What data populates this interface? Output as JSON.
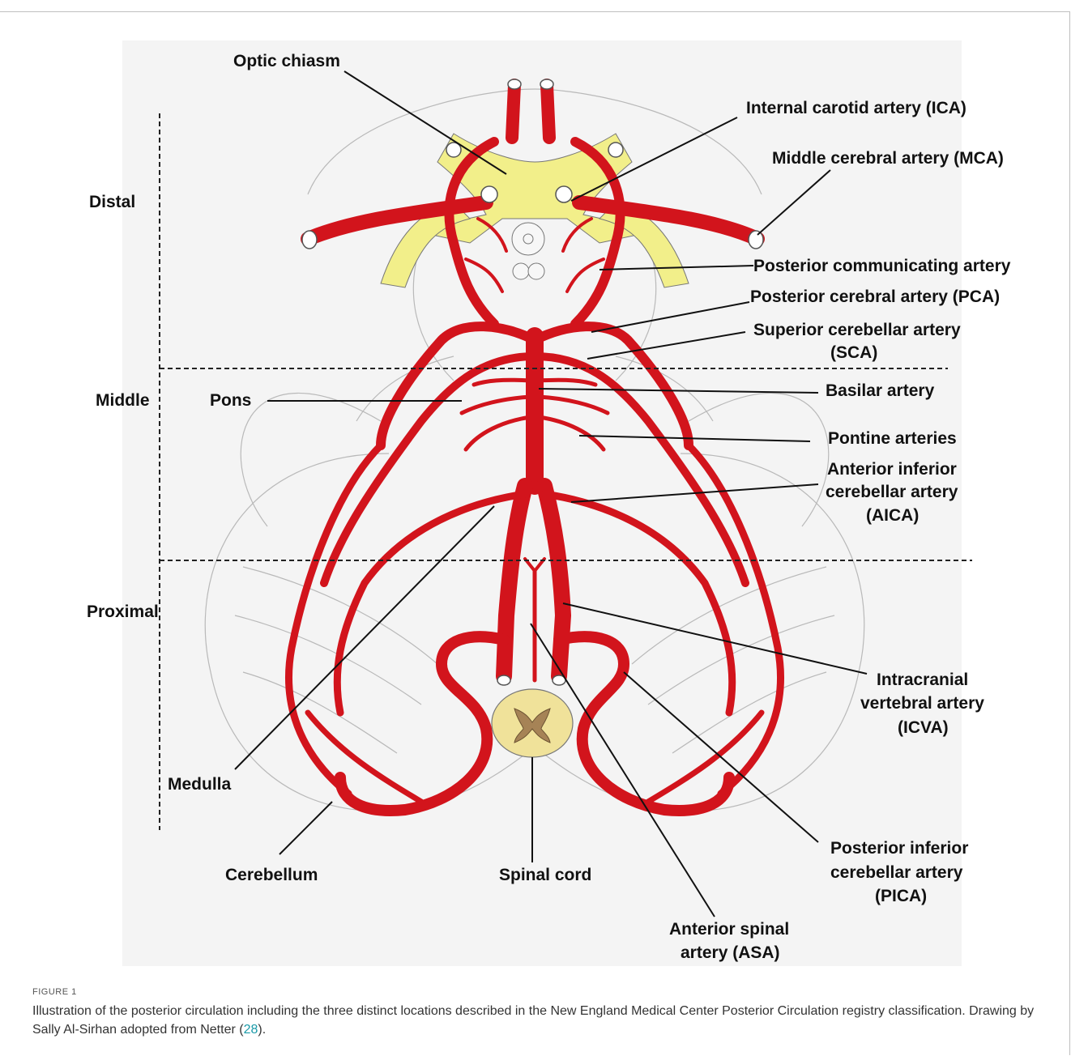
{
  "figure": {
    "labels": {
      "optic_chiasm": "Optic chiasm",
      "ica": "Internal carotid artery (ICA)",
      "mca": "Middle cerebral artery (MCA)",
      "pcomm": "Posterior communicating artery",
      "pca": "Posterior cerebral artery (PCA)",
      "sca_1": "Superior cerebellar artery",
      "sca_2": "(SCA)",
      "basilar": "Basilar artery",
      "pontine": "Pontine arteries",
      "aica_1": "Anterior inferior",
      "aica_2": "cerebellar artery",
      "aica_3": "(AICA)",
      "icva_1": "Intracranial",
      "icva_2": "vertebral artery",
      "icva_3": "(ICVA)",
      "pica_1": "Posterior inferior",
      "pica_2": "cerebellar artery",
      "pica_3": "(PICA)",
      "asa_1": "Anterior spinal",
      "asa_2": "artery (ASA)",
      "spinal_cord": "Spinal cord",
      "cerebellum": "Cerebellum",
      "medulla": "Medulla",
      "pons": "Pons"
    },
    "segments": {
      "distal": "Distal",
      "middle": "Middle",
      "proximal": "Proximal"
    },
    "colors": {
      "artery": "#d2141c",
      "chiasm": "#f2ef8a",
      "spinal_cord": "#f0e29a",
      "grey_matter": "#a68356"
    }
  },
  "caption": {
    "title": "FIGURE 1",
    "text_before": "Illustration of the posterior circulation including the three distinct locations described in the New England Medical Center Posterior Circulation registry classification. Drawing by Sally Al-Sirhan adopted from Netter (",
    "ref": "28",
    "text_after": ")."
  }
}
